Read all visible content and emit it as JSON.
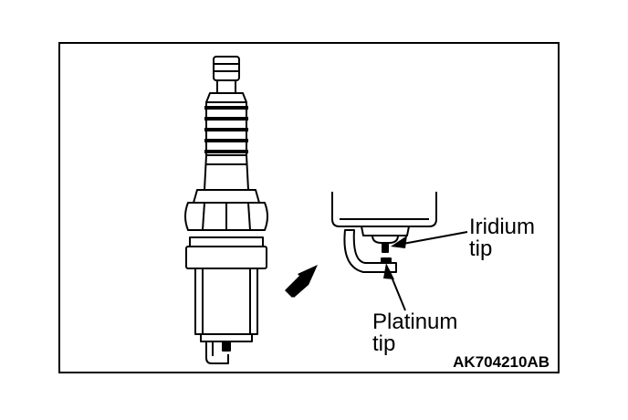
{
  "labels": {
    "iridium_line1": "Iridium",
    "iridium_line2": "tip",
    "platinum_line1": "Platinum",
    "platinum_line2": "tip",
    "figure_code": "AK704210AB"
  },
  "colors": {
    "ink": "#000000",
    "paper": "#ffffff"
  }
}
